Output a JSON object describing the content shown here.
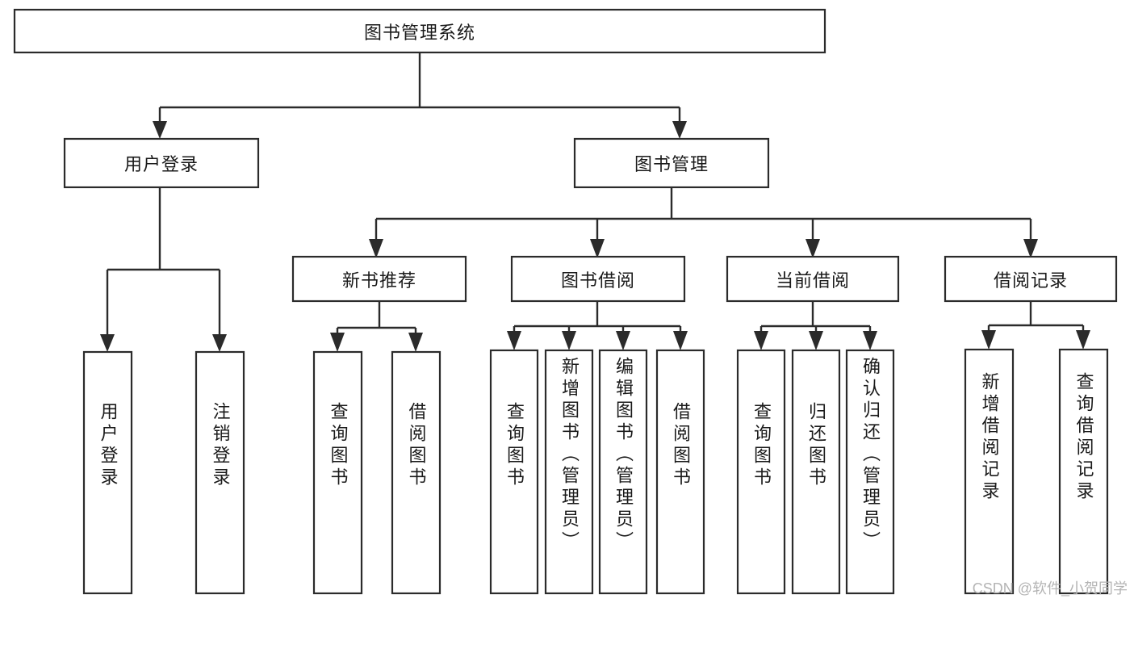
{
  "diagram": {
    "type": "tree",
    "title_node": "图书管理系统",
    "watermark": "CSDN @软件_小贺同学",
    "root": {
      "id": "root",
      "label": "图书管理系统",
      "orientation": "horizontal"
    },
    "level1": [
      {
        "id": "user-login",
        "label": "用户登录",
        "orientation": "horizontal"
      },
      {
        "id": "book-management",
        "label": "图书管理",
        "orientation": "horizontal"
      }
    ],
    "level2": [
      {
        "id": "new-book-recommend",
        "label": "新书推荐",
        "parent": "book-management",
        "orientation": "horizontal"
      },
      {
        "id": "book-borrow",
        "label": "图书借阅",
        "parent": "book-management",
        "orientation": "horizontal"
      },
      {
        "id": "current-borrow",
        "label": "当前借阅",
        "parent": "book-management",
        "orientation": "horizontal"
      },
      {
        "id": "borrow-record",
        "label": "借阅记录",
        "parent": "book-management",
        "orientation": "horizontal"
      }
    ],
    "leaves": [
      {
        "id": "leaf-user-login",
        "label": "用户登录",
        "parent": "user-login",
        "orientation": "vertical"
      },
      {
        "id": "leaf-logout",
        "label": "注销登录",
        "parent": "user-login",
        "orientation": "vertical"
      },
      {
        "id": "leaf-query-book-1",
        "label": "查询图书",
        "parent": "new-book-recommend",
        "orientation": "vertical"
      },
      {
        "id": "leaf-borrow-book-1",
        "label": "借阅图书",
        "parent": "new-book-recommend",
        "orientation": "vertical"
      },
      {
        "id": "leaf-query-book-2",
        "label": "查询图书",
        "parent": "book-borrow",
        "orientation": "vertical"
      },
      {
        "id": "leaf-add-book",
        "label": "新增图书（管理员）",
        "parent": "book-borrow",
        "orientation": "vertical"
      },
      {
        "id": "leaf-edit-book",
        "label": "编辑图书（管理员）",
        "parent": "book-borrow",
        "orientation": "vertical"
      },
      {
        "id": "leaf-borrow-book-2",
        "label": "借阅图书",
        "parent": "book-borrow",
        "orientation": "vertical"
      },
      {
        "id": "leaf-query-book-3",
        "label": "查询图书",
        "parent": "current-borrow",
        "orientation": "vertical"
      },
      {
        "id": "leaf-return-book",
        "label": "归还图书",
        "parent": "current-borrow",
        "orientation": "vertical"
      },
      {
        "id": "leaf-confirm-return",
        "label": "确认归还（管理员）",
        "parent": "current-borrow",
        "orientation": "vertical"
      },
      {
        "id": "leaf-add-record",
        "label": "新增借阅记录",
        "parent": "borrow-record",
        "orientation": "vertical"
      },
      {
        "id": "leaf-query-record",
        "label": "查询借阅记录",
        "parent": "borrow-record",
        "orientation": "vertical"
      }
    ],
    "colors": {
      "stroke": "#2b2b2b",
      "fill": "#ffffff",
      "text": "#1a1a1a",
      "watermark": "#b4b4b4"
    }
  }
}
